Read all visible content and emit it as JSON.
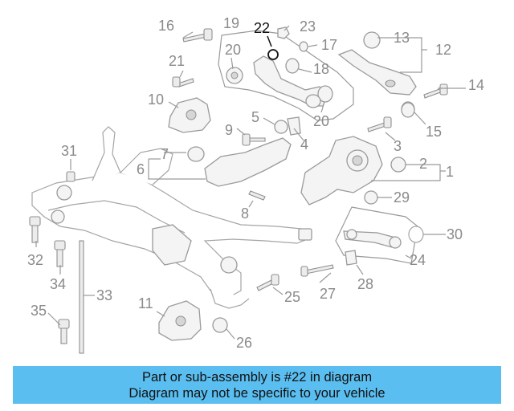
{
  "diagram": {
    "callouts": {
      "n1": "1",
      "n2": "2",
      "n3": "3",
      "n4": "4",
      "n5": "5",
      "n6": "6",
      "n7": "7",
      "n8": "8",
      "n9": "9",
      "n10": "10",
      "n11": "11",
      "n12": "12",
      "n13": "13",
      "n14": "14",
      "n15": "15",
      "n16": "16",
      "n17": "17",
      "n18": "18",
      "n19": "19",
      "n20a": "20",
      "n20b": "20",
      "n21": "21",
      "n22": "22",
      "n23": "23",
      "n24": "24",
      "n25": "25",
      "n26": "26",
      "n27": "27",
      "n28": "28",
      "n29": "29",
      "n30": "30",
      "n31": "31",
      "n32": "32",
      "n33": "33",
      "n34": "34",
      "n35": "35"
    },
    "highlight_color": "#111111",
    "callout_color": "#8a8a8a"
  },
  "banner": {
    "line1": "Part or sub-assembly is #22 in diagram",
    "line2": "Diagram may not be specific to your vehicle",
    "background": "#5bbef0"
  }
}
